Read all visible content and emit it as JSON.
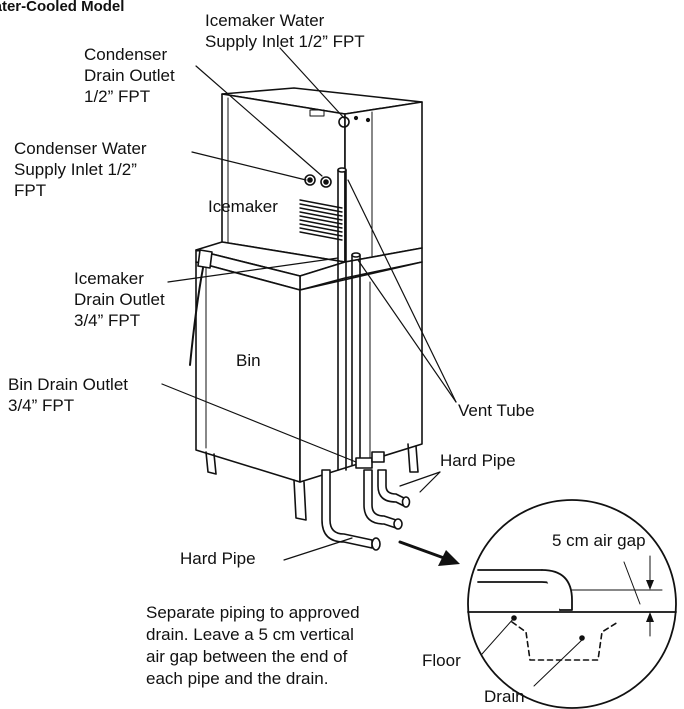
{
  "title": "Water-Cooled Model",
  "labels": {
    "icemaker_water_supply": "Icemaker Water\nSupply Inlet 1/2” FPT",
    "condenser_drain_outlet": "Condenser\nDrain Outlet\n1/2” FPT",
    "condenser_water_supply": "Condenser Water\nSupply Inlet 1/2”\nFPT",
    "icemaker": "Icemaker",
    "icemaker_drain_outlet": "Icemaker\nDrain Outlet\n3/4” FPT",
    "bin": "Bin",
    "bin_drain_outlet": "Bin Drain Outlet\n3/4” FPT",
    "vent_tube": "Vent Tube",
    "hard_pipe_right": "Hard Pipe",
    "hard_pipe_bottom": "Hard Pipe",
    "air_gap": "5 cm air gap",
    "floor": "Floor",
    "drain": "Drain"
  },
  "note": "Separate piping to approved\ndrain. Leave a 5 cm vertical\nair gap between the end of\neach pipe and the drain."
}
